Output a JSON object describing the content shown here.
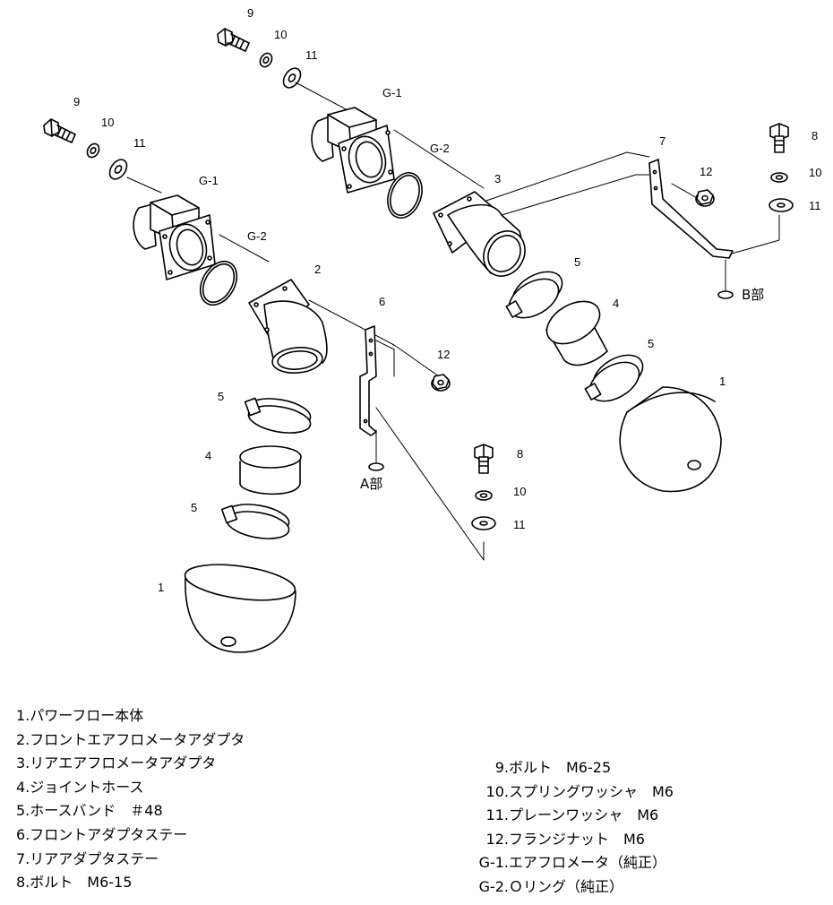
{
  "callouts": {
    "c9a": "9",
    "c10a": "10",
    "c11a": "11",
    "cG1a": "G-1",
    "cG2a": "G-2",
    "c3": "3",
    "c9b": "9",
    "c10b": "10",
    "c11b": "11",
    "cG1b": "G-1",
    "cG2b": "G-2",
    "c2": "2",
    "c6": "6",
    "c12a": "12",
    "c5a": "5",
    "c4a": "4",
    "c5b": "5",
    "c1a": "1",
    "c8a": "8",
    "c10c": "10",
    "c11c": "11",
    "c7": "7",
    "c12b": "12",
    "c8b": "8",
    "c10d": "10",
    "c11d": "11",
    "c5c": "5",
    "c4b": "4",
    "c5d": "5",
    "c1b": "1"
  },
  "regions": {
    "a": "A部",
    "b": "B部"
  },
  "legend_left": [
    {
      "num": "1.",
      "text": "パワーフロー本体"
    },
    {
      "num": "2.",
      "text": "フロントエアフロメータアダプタ"
    },
    {
      "num": "3.",
      "text": "リアエアフロメータアダプタ"
    },
    {
      "num": "4.",
      "text": "ジョイントホース"
    },
    {
      "num": "5.",
      "text": "ホースバンド　＃48"
    },
    {
      "num": "6.",
      "text": "フロントアダプタステー"
    },
    {
      "num": "7.",
      "text": "リアアダプタステー"
    },
    {
      "num": "8.",
      "text": "ボルト　M6-15"
    }
  ],
  "legend_right": [
    {
      "num": "9.",
      "text": "ボルト　M6-25"
    },
    {
      "num": "10.",
      "text": "スプリングワッシャ　M6"
    },
    {
      "num": "11.",
      "text": "プレーンワッシャ　M6"
    },
    {
      "num": "12.",
      "text": "フランジナット　M6"
    },
    {
      "num": "G-1.",
      "text": "エアフロメータ（純正）"
    },
    {
      "num": "G-2.",
      "text": "Ｏリング（純正）"
    }
  ]
}
